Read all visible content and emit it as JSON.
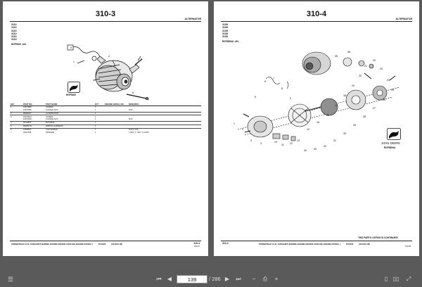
{
  "left_page": {
    "title": "310-3",
    "subtitle": "ALTERNATOR",
    "models": [
      "3110",
      "3110",
      "3110",
      "3110",
      "3110",
      "3110"
    ],
    "figure_ref": "RGP5400    -UN-",
    "logo_code": "RGP5400",
    "table_headers": {
      "key": "KEY",
      "part_no": "PART NO.",
      "part_name": "PART NAME",
      "qty": "QTY",
      "engine_serial": "ENGINE SERIAL NO.",
      "remarks": "REMARKS"
    },
    "rows": [
      {
        "key": "1",
        "part_no": "19M7868",
        "name": "SCREW",
        "qty": "1",
        "serial": "",
        "remarks": ""
      },
      {
        "key": "",
        "part_no": "14M7296",
        "name": "FLANGE NUT",
        "qty": "1",
        "serial": "",
        "remarks": "M10"
      },
      {
        "key": "2",
        "part_no": "RE68227",
        "name": "ALTERNATOR",
        "qty": "1",
        "serial": "",
        "remarks": ""
      },
      {
        "key": "3",
        "part_no": "19M7812",
        "name": "SCREW",
        "qty": "1",
        "serial": "",
        "remarks": ""
      },
      {
        "key": "",
        "part_no": "14M7296",
        "name": "FLANGE NUT",
        "qty": "1",
        "serial": "",
        "remarks": "M10"
      },
      {
        "key": "4",
        "part_no": "R123851",
        "name": "BUSHING",
        "qty": "1",
        "serial": "",
        "remarks": ""
      },
      {
        "key": "5",
        "part_no": "RE68178",
        "name": "WIRING HARNESS",
        "qty": "1",
        "serial": "",
        "remarks": ""
      },
      {
        "key": "6",
        "part_no": "19M8041",
        "name": "CAP SCREW",
        "qty": "1",
        "serial": "",
        "remarks": "M10 X 165"
      },
      {
        "key": "7",
        "part_no": "24H1298",
        "name": "WASHER",
        "qty": "1",
        "serial": "",
        "remarks": "1.062\" X .531\" X 0.060\""
      }
    ],
    "footer_text": "POWERTECH 10.5L 6105AFM75 MARINE ENGINE (WATER-COOLED) ENGINE (500000- )",
    "footer_code": "PC9406",
    "footer_date": "(05-MAY-06)",
    "footer_page": "310-3",
    "footer_subdate": "PN=37"
  },
  "right_page": {
    "title": "310-4",
    "subtitle": "ALTERNATOR",
    "models": [
      "3108",
      "3108",
      "3108",
      "3108",
      "3108"
    ],
    "figure_ref": "RGP8894A    -UN-",
    "logo_text": "JOHN DEERE",
    "logo_code": "RGP8894A",
    "callouts": [
      "1",
      "2",
      "3",
      "4",
      "5",
      "6",
      "7",
      "8",
      "9",
      "10",
      "11",
      "12",
      "13",
      "14",
      "15",
      "16",
      "17",
      "18",
      "19",
      "20",
      "21",
      "22",
      "23",
      "24",
      "25",
      "26",
      "27",
      "28",
      "29",
      "30",
      "31",
      "32",
      "33",
      "34",
      "35",
      "36"
    ],
    "continued_text": "THIS PARTS LISTING IS CONTINUED!",
    "footer_text": "POWERTECH 10.5L 6105AFM75 MARINE ENGINE (WATER-COOLED) ENGINE (500000- )",
    "footer_code": "PC9406",
    "footer_date": "(05-MAY-06)",
    "footer_page": "310-4",
    "footer_subdate": "PN=38"
  },
  "left_callouts": [
    "1",
    "2",
    "3",
    "4",
    "5",
    "6",
    "7"
  ],
  "toolbar": {
    "current_page": "139",
    "total_pages": "/ 286"
  },
  "colors": {
    "background": "#5a5a5a",
    "page": "#ffffff",
    "ink": "#111111",
    "deere_green": "#1a1a1a"
  }
}
